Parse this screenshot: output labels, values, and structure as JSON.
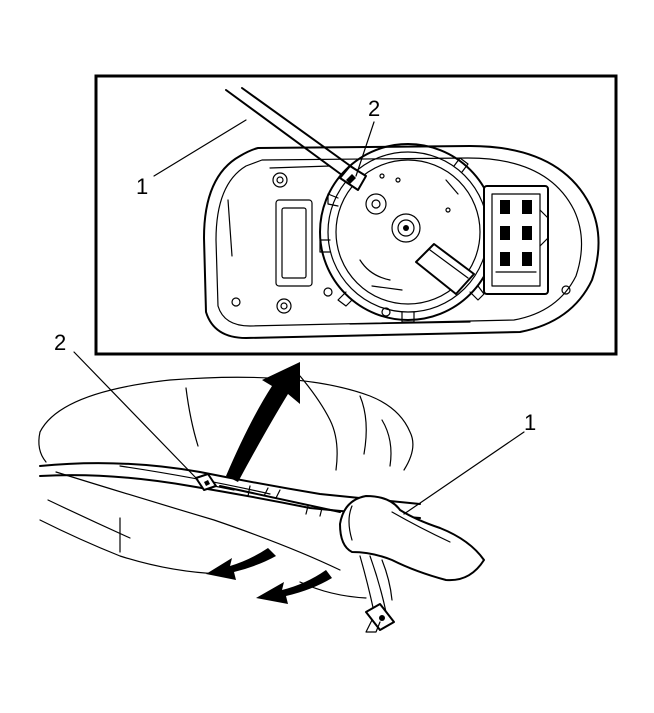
{
  "callouts": {
    "inset_tool": "1",
    "inset_clip": "2",
    "main_clip": "2",
    "main_tool": "1"
  }
}
